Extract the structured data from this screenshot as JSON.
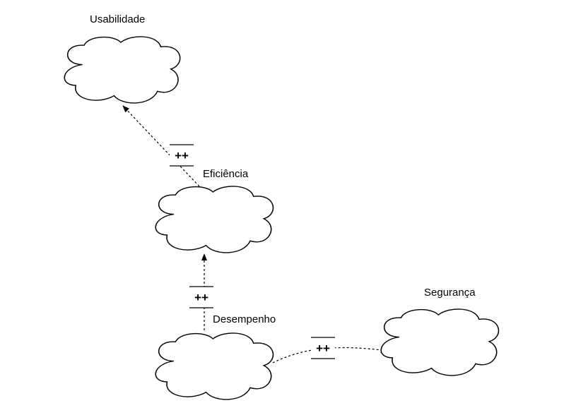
{
  "softgoals": [
    {
      "id": "usabilidade",
      "label": "Usabilidade"
    },
    {
      "id": "eficiencia",
      "label": "Eficiência"
    },
    {
      "id": "desempenho",
      "label": "Desempenho"
    },
    {
      "id": "seguranca",
      "label": "Segurança"
    }
  ],
  "contributions": [
    {
      "from": "eficiencia",
      "to": "usabilidade",
      "label": "++"
    },
    {
      "from": "desempenho",
      "to": "eficiencia",
      "label": "++"
    },
    {
      "from": "desempenho",
      "to": "seguranca",
      "label": "++"
    }
  ],
  "colors": {
    "stroke": "#000000",
    "background": "#ffffff"
  }
}
